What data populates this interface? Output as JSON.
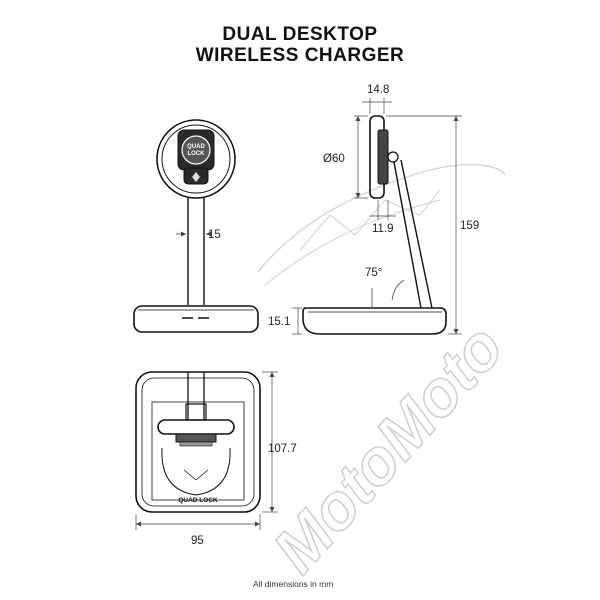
{
  "title": {
    "line1": "DUAL DESKTOP",
    "line2": "WIRELESS CHARGER"
  },
  "dimensions": {
    "stem_width": "15",
    "head_thickness": "14.8",
    "head_diameter": "Ø60",
    "mount_depth": "11.9",
    "total_height": "159",
    "arm_angle": "75°",
    "base_height": "15.1",
    "base_depth": "107.7",
    "base_width": "95"
  },
  "logos": {
    "head_line1": "QUAD",
    "head_line2": "LOCK",
    "base": "QUAD LOCK"
  },
  "watermark": "MotoMoto",
  "footnote": "All dimensions in mm",
  "colors": {
    "line": "#111111",
    "dim_line": "#444444",
    "watermark": "#c8c8c8"
  }
}
